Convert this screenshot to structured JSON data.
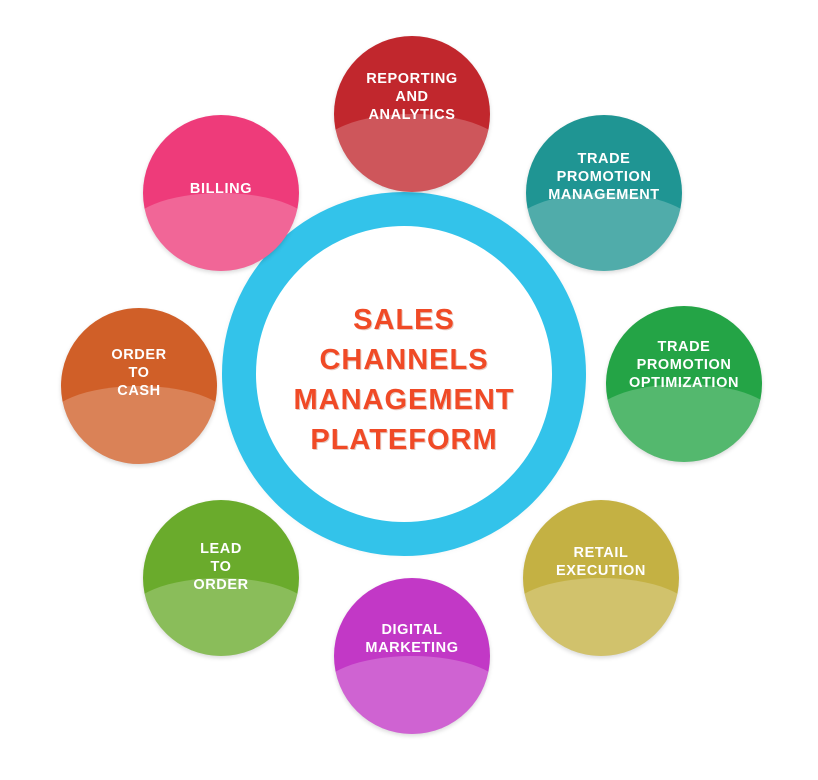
{
  "center": {
    "lines": [
      "SALES",
      "CHANNELS",
      "MANAGEMENT",
      "PLATEFORM"
    ],
    "text_color": "#f04a26",
    "ring_color": "#33c3ea"
  },
  "bubbles": {
    "reporting": {
      "lines": [
        "REPORTING",
        "AND",
        "ANALYTICS"
      ],
      "color": "#c1272d"
    },
    "trade_promotion_management": {
      "lines": [
        "TRADE",
        "PROMOTION",
        "MANAGEMENT"
      ],
      "color": "#1f9593"
    },
    "trade_promotion_optimization": {
      "lines": [
        "TRADE",
        "PROMOTION",
        "OPTIMIZATION"
      ],
      "color": "#24a446"
    },
    "retail_execution": {
      "lines": [
        "RETAIL",
        "EXECUTION"
      ],
      "color": "#c4b143"
    },
    "digital_marketing": {
      "lines": [
        "DIGITAL",
        "MARKETING"
      ],
      "color": "#c238c6"
    },
    "lead_to_order": {
      "lines": [
        "LEAD",
        "TO",
        "ORDER"
      ],
      "color": "#6aab2c"
    },
    "order_to_cash": {
      "lines": [
        "ORDER",
        "TO",
        "CASH"
      ],
      "color": "#d05f28"
    },
    "billing": {
      "lines": [
        "BILLING"
      ],
      "color": "#ee3b7a"
    }
  }
}
